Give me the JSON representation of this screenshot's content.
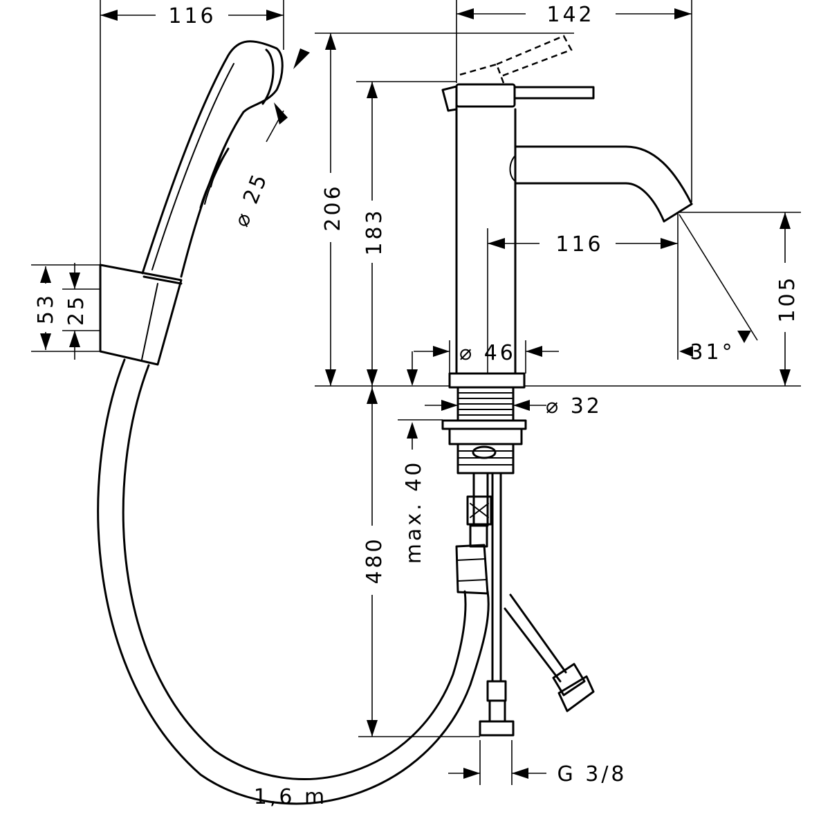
{
  "dimensions": {
    "handshower_width": "116",
    "faucet_width": "142",
    "nozzle_diameter": "⌀ 25",
    "total_height": "206",
    "spout_height": "183",
    "spout_reach": "116",
    "spout_clearance": "105",
    "spout_angle": "31°",
    "body_diameter": "⌀ 46",
    "thread_diameter": "⌀ 32",
    "holder_height": "53",
    "holder_inner": "25",
    "max_deck_thickness": "max. 40",
    "hose_supply_length": "480",
    "hose_length": "1,6 m",
    "connection_thread": "G 3/8"
  }
}
